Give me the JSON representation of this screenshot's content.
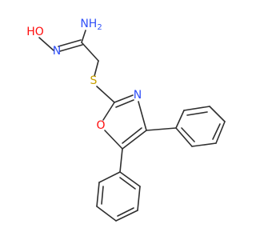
{
  "molecule": {
    "atoms": {
      "amine": {
        "text": "NH",
        "subscript": "2",
        "color": "#3050f8"
      },
      "oxime_n": {
        "text": "N",
        "color": "#3050f8"
      },
      "hydroxyl": {
        "text": "HO",
        "color": "#ff0d0d"
      },
      "thioether_s": {
        "text": "S",
        "color": "#c8a000"
      },
      "oxazole_n": {
        "text": "N",
        "color": "#3050f8"
      },
      "oxazole_o": {
        "text": "O",
        "color": "#ff0d0d"
      }
    }
  }
}
